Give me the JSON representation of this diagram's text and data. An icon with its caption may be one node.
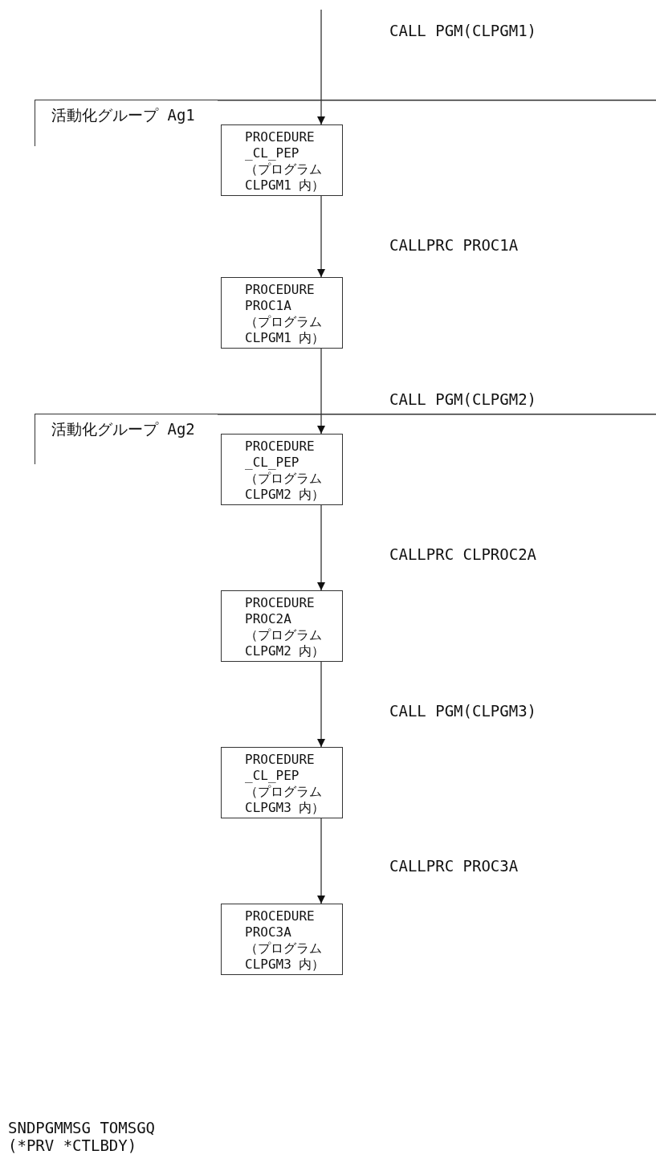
{
  "diagram": {
    "nodes": [
      {
        "text": [
          "活動化グループ Ag1"
        ]
      },
      {
        "text": [
          "PROCEDURE _CL_PEP （プログラム CLPGM1 内）"
        ]
      },
      {
        "text": [
          "PROCEDURE PROC1A （プログラム CLPGM1 内）"
        ]
      },
      {
        "text": [
          "活動化グループ Ag2"
        ]
      },
      {
        "text": [
          "PROCEDURE _CL_PEP （プログラム CLPGM2 内）"
        ]
      },
      {
        "text": [
          "PROCEDURE PROC2A （プログラム CLPGM2 内）"
        ]
      },
      {
        "text": [
          "PROCEDURE _CL_PEP （プログラム CLPGM3 内）"
        ]
      },
      {
        "text": [
          "PROCEDURE PROC3A （プログラム CLPGM3 内）"
        ]
      }
    ],
    "edges": [
      {
        "from": null,
        "to": 1,
        "arrow": "to",
        "label": "CALL PGM(CLPGM1)"
      },
      {
        "from": 1,
        "to": 2,
        "arrow": "to",
        "label": "CALLPRC PROC1A"
      },
      {
        "from": 2,
        "to": 4,
        "arrow": "to",
        "label": "CALL PGM(CLPGM2)"
      },
      {
        "from": 4,
        "to": 5,
        "arrow": "to",
        "label": "CALLPRC CLPROC2A"
      },
      {
        "from": 5,
        "to": 6,
        "arrow": "to",
        "label": "CALL PGM(CLPGM3)"
      },
      {
        "from": 6,
        "to": 7,
        "arrow": "to",
        "label": "CALLPRC PROC3A"
      }
    ],
    "labels": [
      "SNDPGMMSG TOMSGQ (*PRV *CTLBDY)"
    ]
  }
}
